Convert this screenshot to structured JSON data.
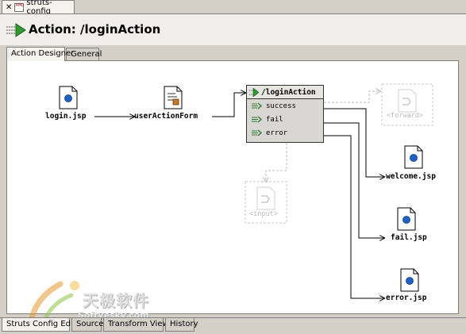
{
  "editor_tab": {
    "label": "struts-config",
    "close_icon": "close-icon",
    "file_icon": "xml-file-icon",
    "xml_badge": "XML"
  },
  "header": {
    "title": "Action: /loginAction"
  },
  "sub_tabs": [
    {
      "label": "Action Designer"
    },
    {
      "label": "General"
    }
  ],
  "diagram": {
    "nodes": {
      "login": {
        "label": "login.jsp",
        "icon": "jsp-page-icon"
      },
      "form": {
        "label": "userActionForm",
        "icon": "form-bean-icon"
      },
      "action": {
        "label": "/loginAction",
        "icon": "action-icon"
      },
      "forward_placeholder": {
        "label": "<forward>",
        "icon": "forward-icon"
      },
      "input_placeholder": {
        "label": "<input>",
        "icon": "input-icon"
      },
      "welcome": {
        "label": "welcome.jsp",
        "icon": "jsp-page-icon"
      },
      "fail_page": {
        "label": "fail.jsp",
        "icon": "jsp-page-icon"
      },
      "error_page": {
        "label": "error.jsp",
        "icon": "jsp-page-icon"
      }
    },
    "forwards": [
      {
        "label": "success",
        "icon": "forward-arrow-icon"
      },
      {
        "label": "fail",
        "icon": "forward-arrow-icon"
      },
      {
        "label": "error",
        "icon": "forward-arrow-icon"
      }
    ]
  },
  "bottom_tabs": [
    {
      "label": "Struts Config Editor"
    },
    {
      "label": "Source"
    },
    {
      "label": "Transform View"
    },
    {
      "label": "History"
    }
  ],
  "watermark": {
    "chinese": "天极软件",
    "site": "Softyesky.com"
  },
  "colors": {
    "accent_green": "#2f9a2f",
    "canvas_bg": "#ffffff",
    "chrome_bg": "#d4d0c8",
    "ghost": "#bdbdbd"
  }
}
